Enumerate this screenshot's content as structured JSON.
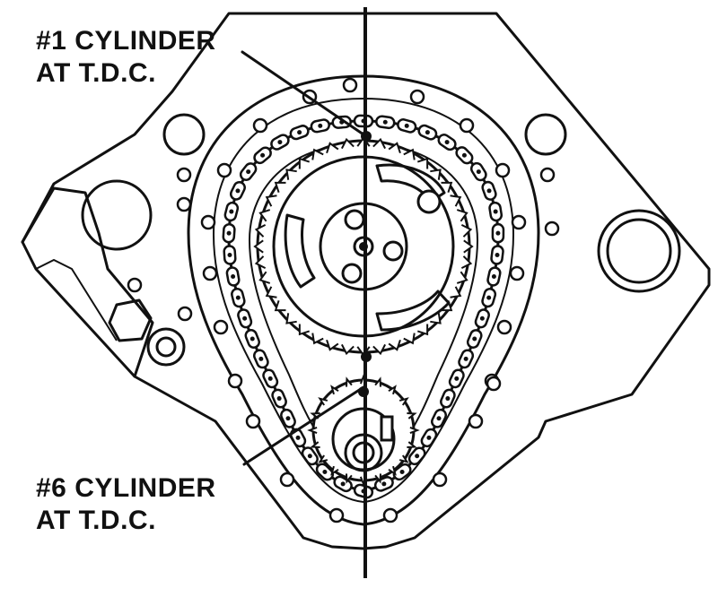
{
  "labels": {
    "top_line1": "#1 CYLINDER",
    "top_line2": "AT T.D.C.",
    "bottom_line1": "#6 CYLINDER",
    "bottom_line2": "AT T.D.C."
  },
  "colors": {
    "ink": "#111111",
    "paper": "#ffffff"
  }
}
